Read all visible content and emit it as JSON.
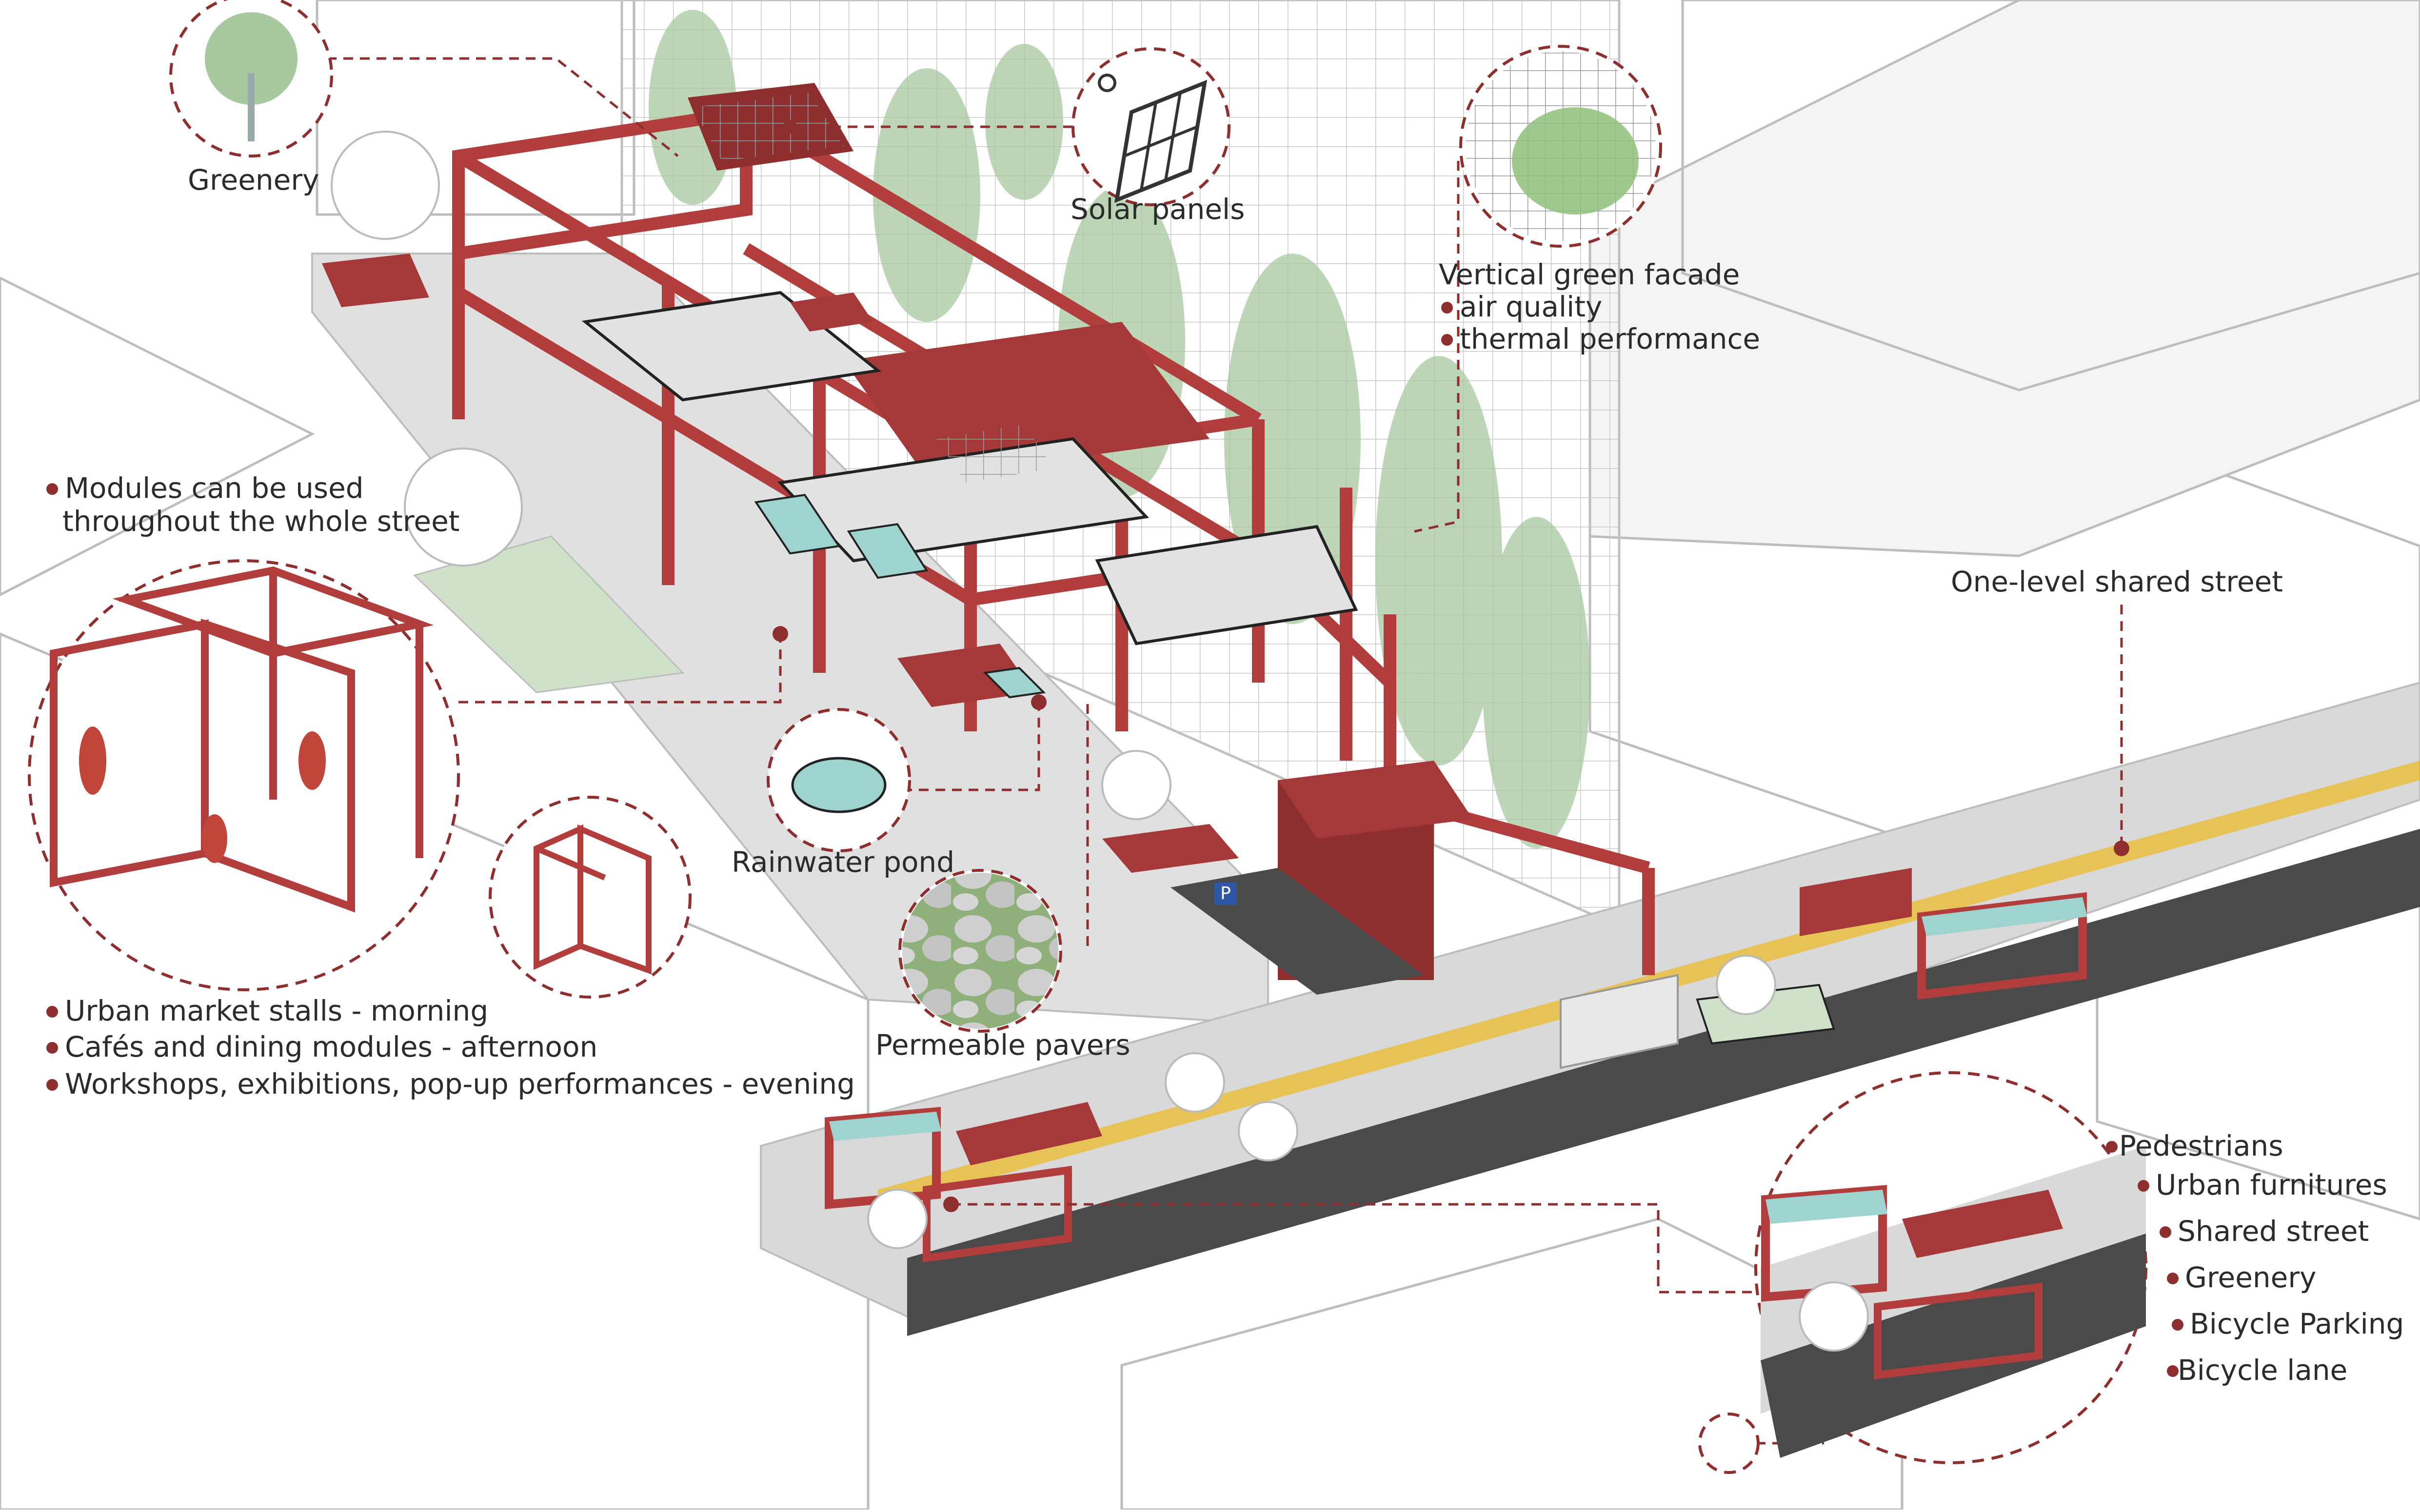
{
  "labels": {
    "greenery": "Greenery",
    "solar_panels": "Solar panels",
    "vertical_facade": {
      "title": "Vertical green facade",
      "bullets": [
        "air quality",
        "thermal performance"
      ]
    },
    "modules": {
      "line1": "Modules can be used",
      "line2": "throughout the whole street"
    },
    "one_level_street": "One-level shared street",
    "rainwater_pond": "Rainwater pond",
    "permeable_pavers": "Permeable pavers",
    "module_uses": [
      "Urban market stalls - morning",
      "Cafés and dining modules - afternoon",
      "Workshops, exhibitions, pop-up performances - evening"
    ],
    "street_legend": [
      "Pedestrians",
      "Urban furnitures",
      "Shared street",
      "Greenery",
      "Bicycle Parking",
      "Bicycle lane"
    ],
    "parking_sign": "P"
  },
  "colors": {
    "frame_red": "#b13d3d",
    "dark_red": "#8e2e2e",
    "vine_green": "#a8c8a0",
    "water_teal": "#9fd3cf",
    "road_dark": "#4a4a4a",
    "street_grey": "#d8d8d8"
  }
}
